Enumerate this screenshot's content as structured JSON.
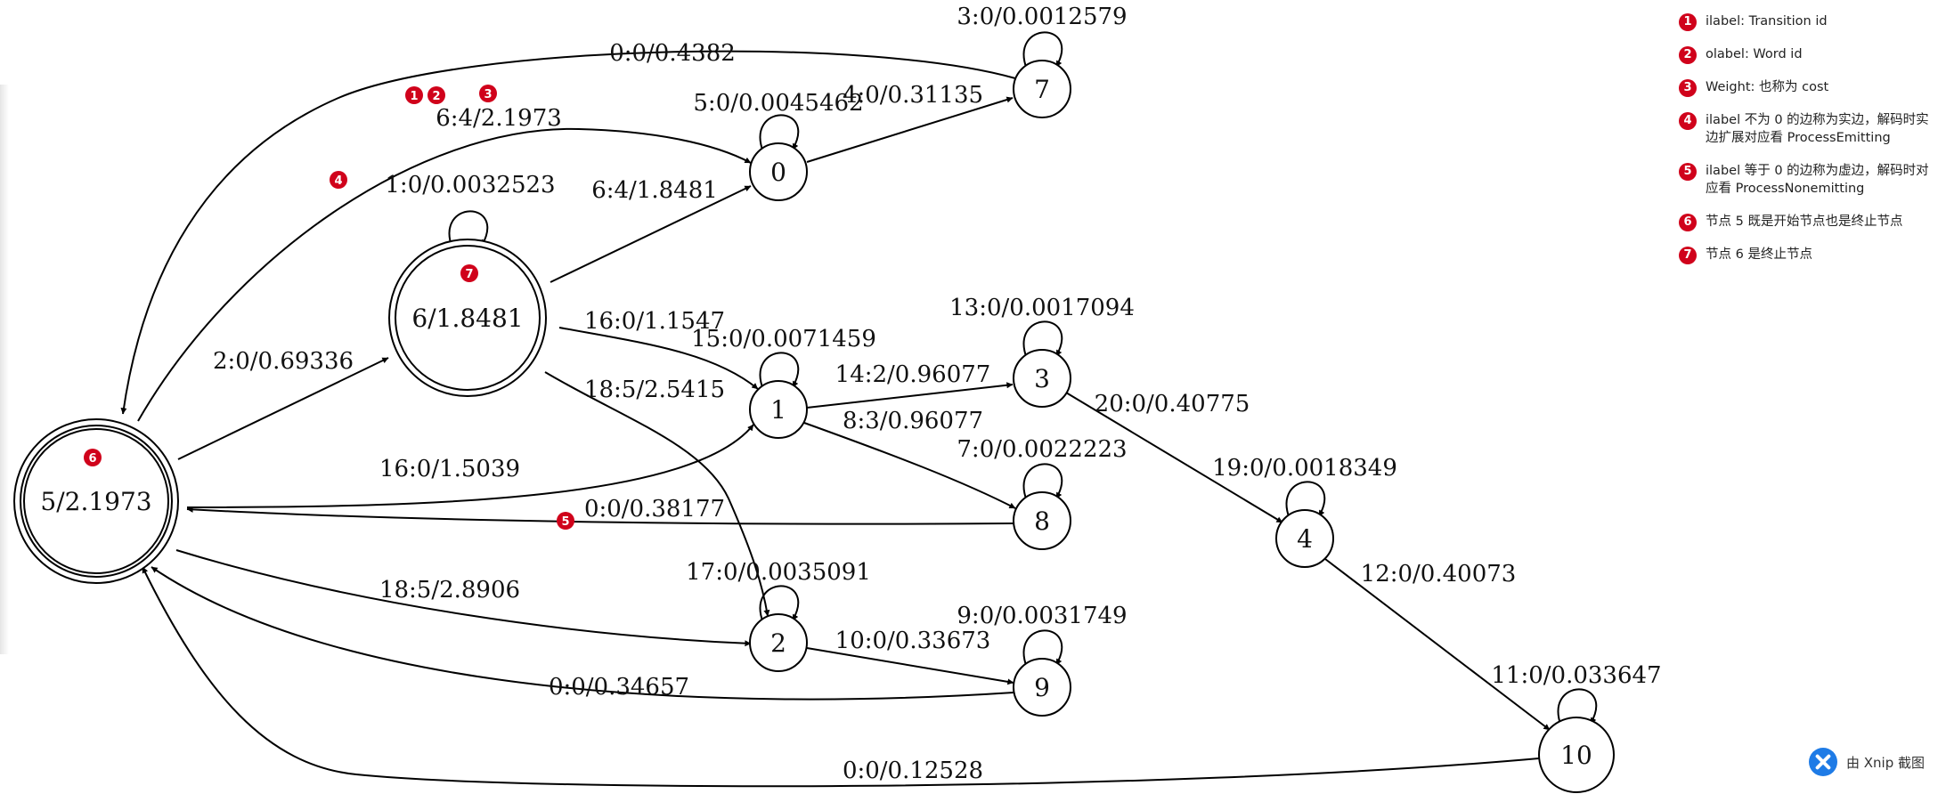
{
  "graph": {
    "nodes": [
      {
        "id": "5",
        "label": "5/2.1973",
        "kind": "start-final"
      },
      {
        "id": "6",
        "label": "6/1.8481",
        "kind": "final"
      },
      {
        "id": "0",
        "label": "0",
        "kind": "normal"
      },
      {
        "id": "7",
        "label": "7",
        "kind": "normal"
      },
      {
        "id": "1",
        "label": "1",
        "kind": "normal"
      },
      {
        "id": "2",
        "label": "2",
        "kind": "normal"
      },
      {
        "id": "3",
        "label": "3",
        "kind": "normal"
      },
      {
        "id": "8",
        "label": "8",
        "kind": "normal"
      },
      {
        "id": "9",
        "label": "9",
        "kind": "normal"
      },
      {
        "id": "4",
        "label": "4",
        "kind": "normal"
      },
      {
        "id": "10",
        "label": "10",
        "kind": "normal"
      }
    ],
    "edges": [
      {
        "from": "7",
        "to": "5",
        "label": "0:0/0.4382"
      },
      {
        "from": "5",
        "to": "0",
        "label": "6:4/2.1973"
      },
      {
        "from": "0",
        "to": "7",
        "label": "4:0/0.31135"
      },
      {
        "from": "7",
        "to": "7",
        "label": "3:0/0.0012579"
      },
      {
        "from": "0",
        "to": "0",
        "label": "5:0/0.0045462"
      },
      {
        "from": "6",
        "to": "6",
        "label": "1:0/0.0032523"
      },
      {
        "from": "6",
        "to": "0",
        "label": "6:4/1.8481"
      },
      {
        "from": "5",
        "to": "6",
        "label": "2:0/0.69336"
      },
      {
        "from": "6",
        "to": "1",
        "label": "16:0/1.1547"
      },
      {
        "from": "1",
        "to": "1",
        "label": "15:0/0.0071459"
      },
      {
        "from": "6",
        "to": "2",
        "label": "18:5/2.5415"
      },
      {
        "from": "1",
        "to": "3",
        "label": "14:2/0.96077"
      },
      {
        "from": "3",
        "to": "3",
        "label": "13:0/0.0017094"
      },
      {
        "from": "1",
        "to": "8",
        "label": "8:3/0.96077"
      },
      {
        "from": "3",
        "to": "4",
        "label": "20:0/0.40775"
      },
      {
        "from": "8",
        "to": "8",
        "label": "7:0/0.0022223"
      },
      {
        "from": "4",
        "to": "4",
        "label": "19:0/0.0018349"
      },
      {
        "from": "5",
        "to": "1",
        "label": "16:0/1.5039"
      },
      {
        "from": "8",
        "to": "5",
        "label": "0:0/0.38177"
      },
      {
        "from": "4",
        "to": "10",
        "label": "12:0/0.40073"
      },
      {
        "from": "2",
        "to": "2",
        "label": "17:0/0.0035091"
      },
      {
        "from": "5",
        "to": "2",
        "label": "18:5/2.8906"
      },
      {
        "from": "9",
        "to": "9",
        "label": "9:0/0.0031749"
      },
      {
        "from": "2",
        "to": "9",
        "label": "10:0/0.33673"
      },
      {
        "from": "9",
        "to": "5",
        "label": "0:0/0.34657"
      },
      {
        "from": "10",
        "to": "10",
        "label": "11:0/0.033647"
      },
      {
        "from": "10",
        "to": "5",
        "label": "0:0/0.12528"
      }
    ]
  },
  "badges": [
    {
      "id": "b1",
      "num": "1"
    },
    {
      "id": "b2",
      "num": "2"
    },
    {
      "id": "b3",
      "num": "3"
    },
    {
      "id": "b4",
      "num": "4"
    },
    {
      "id": "b5",
      "num": "5"
    },
    {
      "id": "b6",
      "num": "6"
    },
    {
      "id": "b7",
      "num": "7"
    }
  ],
  "legend": [
    {
      "num": "1",
      "text": "ilabel: Transition id"
    },
    {
      "num": "2",
      "text": "olabel: Word id"
    },
    {
      "num": "3",
      "text": "Weight: 也称为 cost"
    },
    {
      "num": "4",
      "text": "ilabel 不为 0 的边称为实边，解码时实边扩展对应看 ProcessEmitting"
    },
    {
      "num": "5",
      "text": "ilabel 等于 0 的边称为虚边，解码时对应看 ProcessNonemitting"
    },
    {
      "num": "6",
      "text": "节点 5 既是开始节点也是终止节点"
    },
    {
      "num": "7",
      "text": "节点 6 是终止节点"
    }
  ],
  "watermark": {
    "text": "由 Xnip 截图",
    "icon": "xnip-logo-icon",
    "color": "#1e7be6"
  },
  "colors": {
    "badge": "#d0021b",
    "stroke": "#000000",
    "background": "#ffffff"
  }
}
